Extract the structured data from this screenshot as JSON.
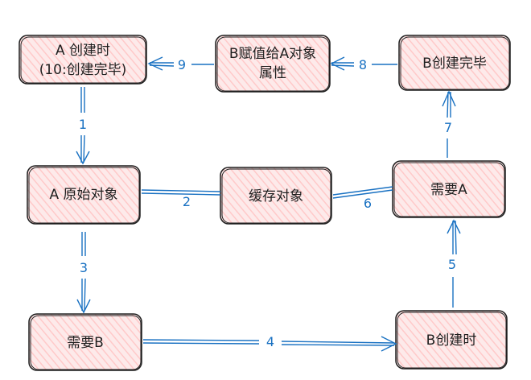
{
  "nodes": {
    "a_create": {
      "lines": [
        "A 创建时",
        "(10:创建完毕)"
      ]
    },
    "b_assign": {
      "lines": [
        "B赋值给A对象",
        "属性"
      ]
    },
    "b_done": {
      "lines": [
        "B创建完毕"
      ]
    },
    "a_raw": {
      "lines": [
        "A 原始对象"
      ]
    },
    "cache": {
      "lines": [
        "缓存对象"
      ]
    },
    "need_a": {
      "lines": [
        "需要A"
      ]
    },
    "need_b": {
      "lines": [
        "需要B"
      ]
    },
    "b_create": {
      "lines": [
        "B创建时"
      ]
    }
  },
  "edges": {
    "e1": "1",
    "e2": "2",
    "e3": "3",
    "e4": "4",
    "e5": "5",
    "e6": "6",
    "e7": "7",
    "e8": "8",
    "e9": "9"
  },
  "colors": {
    "node_fill": "#ffc9c9",
    "node_stroke": "#1e1e1e",
    "edge": "#1971c2"
  }
}
